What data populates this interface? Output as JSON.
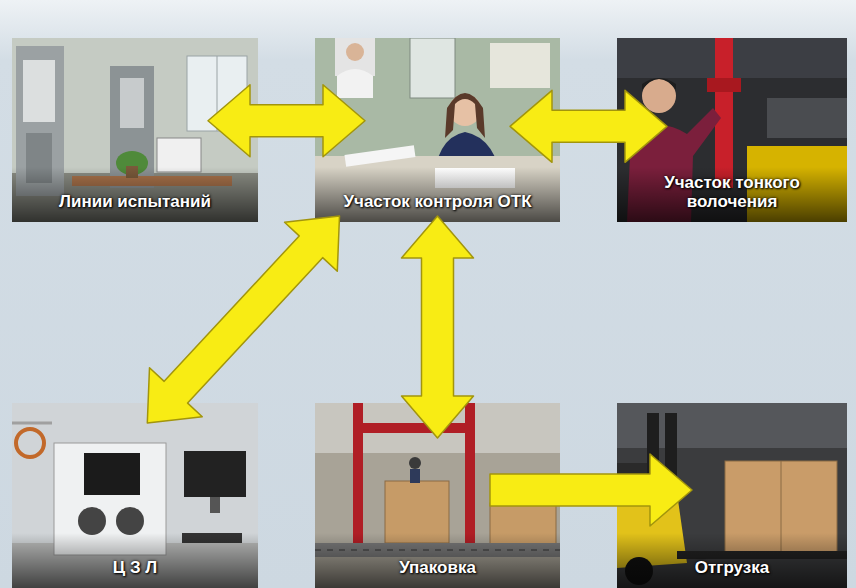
{
  "diagram": {
    "nodes": [
      {
        "text": [
          "Линии испытаний"
        ]
      },
      {
        "text": [
          "Участок контроля ОТК"
        ]
      },
      {
        "text": [
          "Участок тонкого волочения"
        ]
      },
      {
        "text": [
          "Ц З Л"
        ]
      },
      {
        "text": [
          "Упаковка"
        ]
      },
      {
        "text": [
          "Отгрузка"
        ]
      }
    ],
    "edges": [
      {
        "from": 0,
        "to": 1,
        "arrow": "both"
      },
      {
        "from": 1,
        "to": 2,
        "arrow": "both"
      },
      {
        "from": 1,
        "to": 3,
        "arrow": "both"
      },
      {
        "from": 1,
        "to": 4,
        "arrow": "both"
      },
      {
        "from": 4,
        "to": 5,
        "arrow": "to"
      }
    ]
  }
}
